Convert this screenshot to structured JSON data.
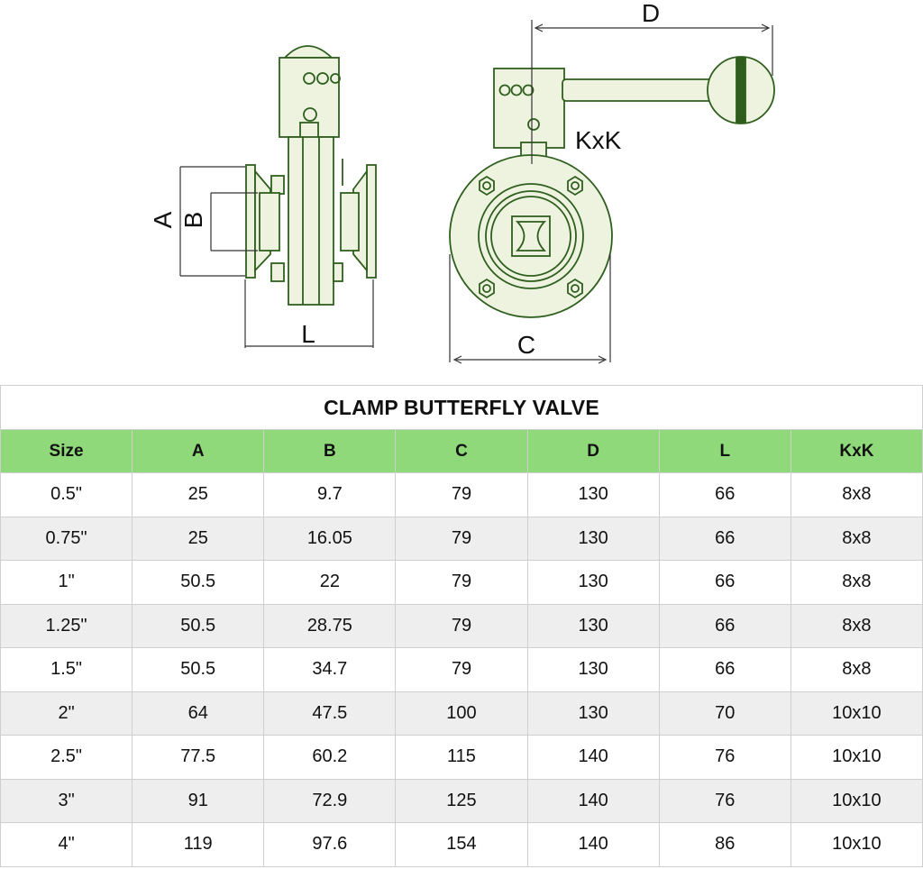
{
  "drawing": {
    "labels": {
      "A": "A",
      "B": "B",
      "L": "L",
      "C": "C",
      "D": "D",
      "KxK": "KxK"
    },
    "colors": {
      "outline": "#2f5f1f",
      "body_fill": "#eef3df",
      "dimension": "#333333"
    }
  },
  "table": {
    "title": "CLAMP BUTTERFLY VALVE",
    "header_color": "#8fd97a",
    "columns": [
      "Size",
      "A",
      "B",
      "C",
      "D",
      "L",
      "KxK"
    ],
    "rows": [
      [
        "0.5\"",
        "25",
        "9.7",
        "79",
        "130",
        "66",
        "8x8"
      ],
      [
        "0.75\"",
        "25",
        "16.05",
        "79",
        "130",
        "66",
        "8x8"
      ],
      [
        "1\"",
        "50.5",
        "22",
        "79",
        "130",
        "66",
        "8x8"
      ],
      [
        "1.25\"",
        "50.5",
        "28.75",
        "79",
        "130",
        "66",
        "8x8"
      ],
      [
        "1.5\"",
        "50.5",
        "34.7",
        "79",
        "130",
        "66",
        "8x8"
      ],
      [
        "2\"",
        "64",
        "47.5",
        "100",
        "130",
        "70",
        "10x10"
      ],
      [
        "2.5\"",
        "77.5",
        "60.2",
        "115",
        "140",
        "76",
        "10x10"
      ],
      [
        "3\"",
        "91",
        "72.9",
        "125",
        "140",
        "76",
        "10x10"
      ],
      [
        "4\"",
        "119",
        "97.6",
        "154",
        "140",
        "86",
        "10x10"
      ]
    ]
  }
}
